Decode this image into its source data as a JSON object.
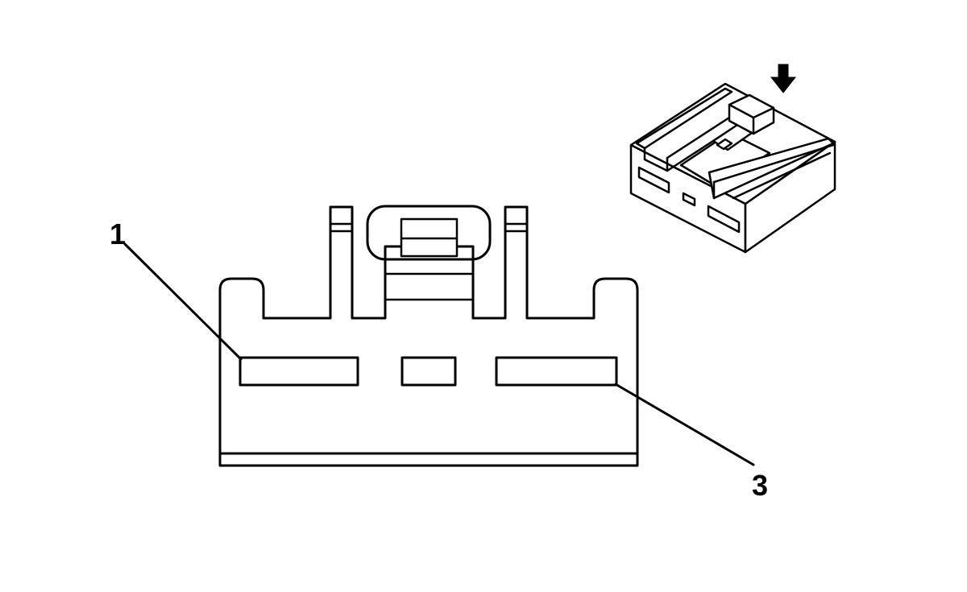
{
  "diagram": {
    "callouts": [
      {
        "id": "pin-1",
        "label": "1"
      },
      {
        "id": "pin-3",
        "label": "3"
      }
    ],
    "colors": {
      "line": "#000000",
      "background": "#ffffff"
    },
    "icons": {
      "view-direction": "arrow-down-icon"
    }
  }
}
